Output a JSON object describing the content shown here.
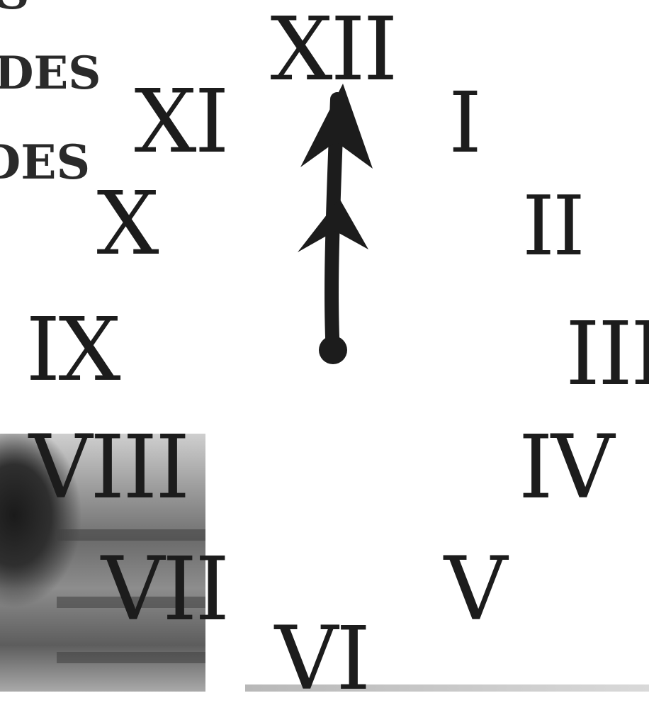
{
  "page_text": {
    "word_top": "S",
    "word_mid": "DES",
    "word_low": "DES"
  },
  "clock": {
    "numerals": [
      "XII",
      "I",
      "II",
      "III",
      "IV",
      "V",
      "VI",
      "VII",
      "VIII",
      "IX",
      "X",
      "XI"
    ],
    "hand_points_to": "XII"
  },
  "colors": {
    "ink": "#1c1c1c",
    "background": "#ffffff"
  }
}
